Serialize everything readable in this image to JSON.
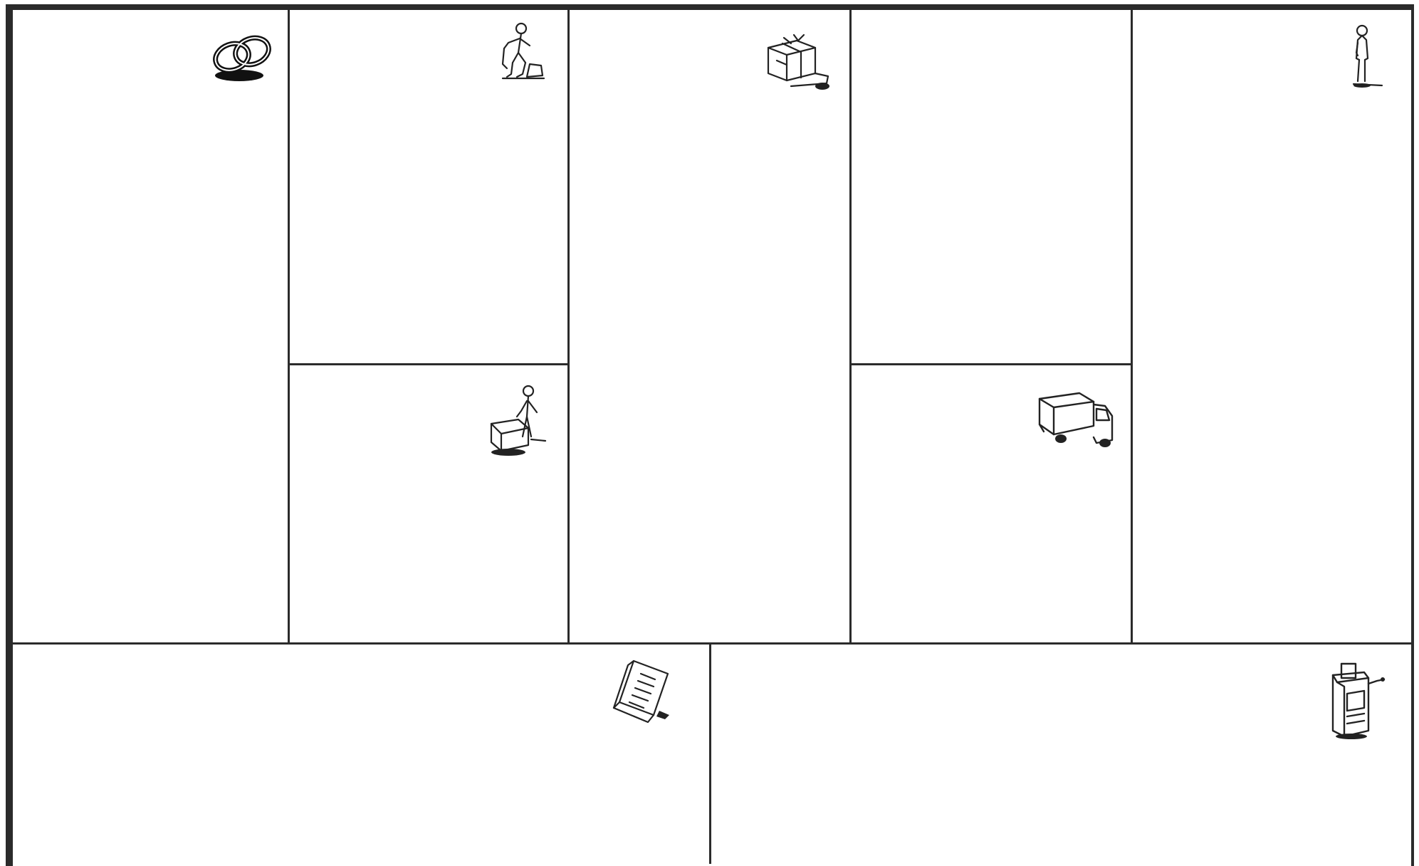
{
  "canvas": {
    "name": "business-model-canvas",
    "background": "#ffffff",
    "line_color": "#2b2b2b"
  },
  "blocks": [
    {
      "id": "key-partners",
      "icon": "linked-rings-icon"
    },
    {
      "id": "key-activities",
      "icon": "person-working-icon"
    },
    {
      "id": "key-resources",
      "icon": "person-with-machine-icon"
    },
    {
      "id": "value-propositions",
      "icon": "gift-box-cart-icon"
    },
    {
      "id": "customer-relationships",
      "icon": ""
    },
    {
      "id": "channels",
      "icon": "delivery-truck-icon"
    },
    {
      "id": "customer-segments",
      "icon": "standing-person-icon"
    },
    {
      "id": "cost-structure",
      "icon": "price-list-document-icon"
    },
    {
      "id": "revenue-streams",
      "icon": "cash-register-icon"
    }
  ]
}
